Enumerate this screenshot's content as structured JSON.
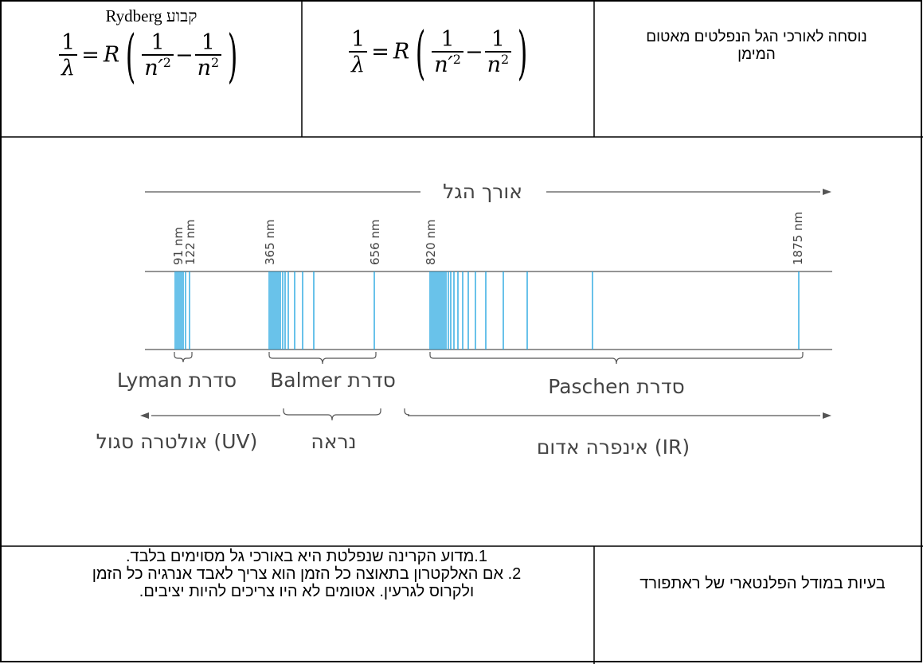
{
  "table": {
    "row1": {
      "left_label": "קבוע Rydberg",
      "right_text": "נוסחה לאורכי הגל הנפלטים מאטום המימן",
      "formula": {
        "one": "1",
        "lambda": "λ",
        "eq": "=",
        "R": "R",
        "n_prime": "n′",
        "sq": "2",
        "n": "n",
        "minus": "−"
      }
    },
    "row3": {
      "right_text": "בעיות במודל הפלנטארי של ראתפורד",
      "points": [
        "1.מדוע הקרינה שנפלטת היא באורכי גל מסוימים בלבד.",
        "2. אם האלקטרון בתאוצה כל הזמן הוא צריך לאבד אנרגיה כל הזמן ולקרוס לגרעין. אטומים לא היו צריכים להיות יציבים."
      ]
    }
  },
  "diagram": {
    "axis_title": "אורך הגל",
    "ticks": [
      "91 nm",
      "122 nm",
      "365 nm",
      "656 nm",
      "820 nm",
      "1875 nm"
    ],
    "series_labels": {
      "lyman": "סדרת Lyman",
      "balmer": "סדרת Balmer",
      "paschen": "סדרת Paschen"
    },
    "region_labels": {
      "uv": "(UV) אולטרה סגול",
      "visible": "נראה",
      "ir": "(IR) אינפרה אדום"
    },
    "line_color": "#29a8e0"
  }
}
